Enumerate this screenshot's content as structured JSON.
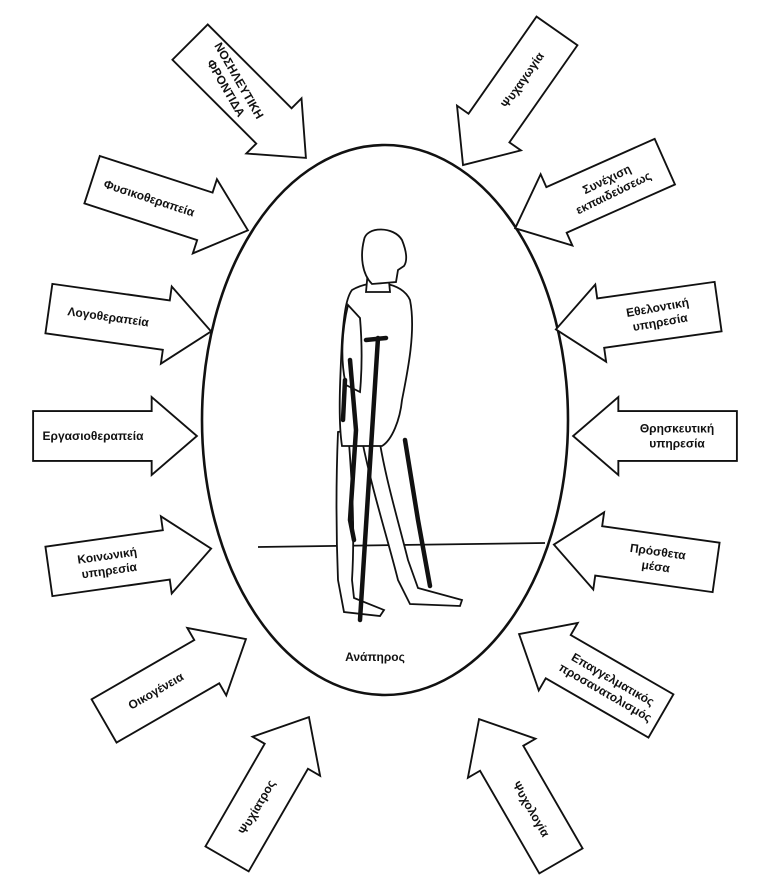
{
  "center": {
    "label": "Ανάπηρος"
  },
  "services": [
    {
      "id": "nursing",
      "lines": [
        "ΝΟΣΗΛΕΥΤΙΚΗ",
        "ΦΡΟΝΤΙΔΑ"
      ]
    },
    {
      "id": "physio",
      "lines": [
        "Φυσικοθεραπεία"
      ]
    },
    {
      "id": "speech",
      "lines": [
        "Λογοθεραπεία"
      ]
    },
    {
      "id": "occupational",
      "lines": [
        "Εργασιοθεραπεία"
      ]
    },
    {
      "id": "social",
      "lines": [
        "Κοινωνική",
        "υπηρεσία"
      ]
    },
    {
      "id": "family",
      "lines": [
        "Οικογένεια"
      ]
    },
    {
      "id": "psychiatrist",
      "lines": [
        "Ψυχίατρος"
      ]
    },
    {
      "id": "psychology",
      "lines": [
        "Ψυχολογία"
      ]
    },
    {
      "id": "vocational",
      "lines": [
        "Επαγγελματικός",
        "προσανατολισμός"
      ]
    },
    {
      "id": "aids",
      "lines": [
        "Πρόσθετα",
        "μέσα"
      ]
    },
    {
      "id": "religious",
      "lines": [
        "Θρησκευτική",
        "υπηρεσία"
      ]
    },
    {
      "id": "volunteer",
      "lines": [
        "Εθελοντική",
        "υπηρεσία"
      ]
    },
    {
      "id": "education",
      "lines": [
        "Συνέχιση",
        "εκπαιδεύσεως"
      ]
    },
    {
      "id": "psychagogy",
      "lines": [
        "Ψυχαγωγία"
      ]
    }
  ]
}
